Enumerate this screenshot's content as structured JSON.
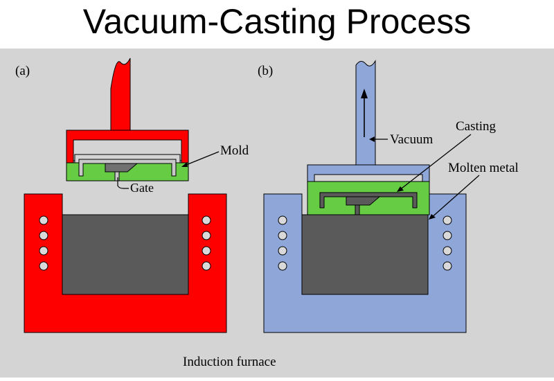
{
  "title": "Vacuum-Casting Process",
  "panels": {
    "a": {
      "label": "(a)"
    },
    "b": {
      "label": "(b)"
    }
  },
  "labels": {
    "mold": "Mold",
    "gate": "Gate",
    "vacuum": "Vacuum",
    "casting": "Casting",
    "molten_metal": "Molten metal",
    "induction_furnace": "Induction furnace"
  },
  "colors": {
    "background": "#d4d4d4",
    "panel_a_furnace": "#ff0000",
    "panel_b_furnace": "#8ea6d8",
    "mold": "#66cc44",
    "molten_metal": "#5a5a5a",
    "cavity": "#c8c8c8",
    "coil": "#d9d9d9"
  },
  "icons": [
    "coil-icon",
    "arrow-up-icon"
  ]
}
